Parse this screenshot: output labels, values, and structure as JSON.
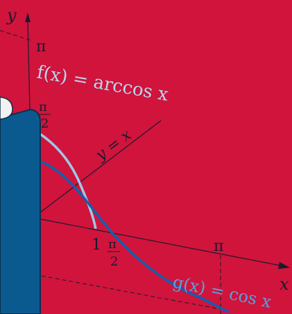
{
  "colors": {
    "background": "#d0143c",
    "axis": "#1a1a2e",
    "f_curve": "#9fc8e8",
    "g_curve": "#1060b0",
    "f_label": "#b8d8f0",
    "g_label": "#5aa0e0",
    "panel": "#0a5a90",
    "panel_edge": "#0b2f4f"
  },
  "axes": {
    "y_label": "y",
    "x_label": "x"
  },
  "ticks": {
    "pi_y": "π",
    "half_pi_y_num": "π",
    "half_pi_y_den": "2",
    "one_x": "1",
    "half_pi_x_num": "π",
    "half_pi_x_den": "2",
    "pi_x": "π"
  },
  "labels": {
    "f": "f(x) = arccos x",
    "g": "g(x) = cos x",
    "identity": "y = x"
  }
}
